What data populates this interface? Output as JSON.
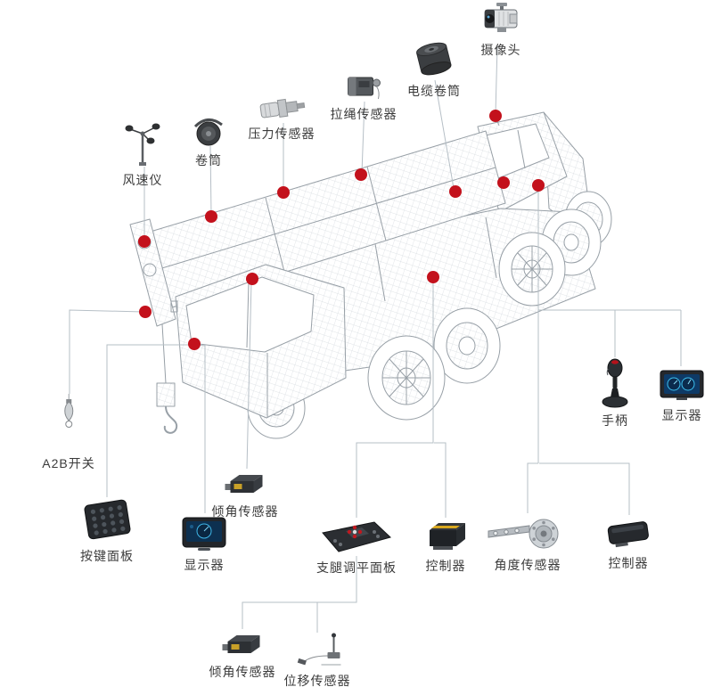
{
  "colors": {
    "marker": "#c3111c",
    "connector": "#b6bfc6",
    "label_text": "#3b3b3b",
    "screen_blue": "#0e3a66"
  },
  "components": {
    "camera": {
      "label": "摄像头"
    },
    "cable_reel": {
      "label": "电缆卷筒"
    },
    "rope_sensor": {
      "label": "拉绳传感器"
    },
    "pressure_sensor": {
      "label": "压力传感器"
    },
    "reel": {
      "label": "卷筒"
    },
    "anemometer": {
      "label": "风速仪"
    },
    "a2b_switch": {
      "label": "A2B开关"
    },
    "keypad_panel": {
      "label": "按键面板"
    },
    "display_left": {
      "label": "显示器"
    },
    "tilt_sensor_mid": {
      "label": "倾角传感器"
    },
    "outrigger_panel": {
      "label": "支腿调平面板"
    },
    "controller_mid": {
      "label": "控制器"
    },
    "angle_sensor": {
      "label": "角度传感器"
    },
    "controller_right": {
      "label": "控制器"
    },
    "joystick": {
      "label": "手柄"
    },
    "display_right": {
      "label": "显示器"
    },
    "tilt_sensor_bottom": {
      "label": "倾角传感器"
    },
    "displacement_sensor": {
      "label": "位移传感器"
    }
  }
}
